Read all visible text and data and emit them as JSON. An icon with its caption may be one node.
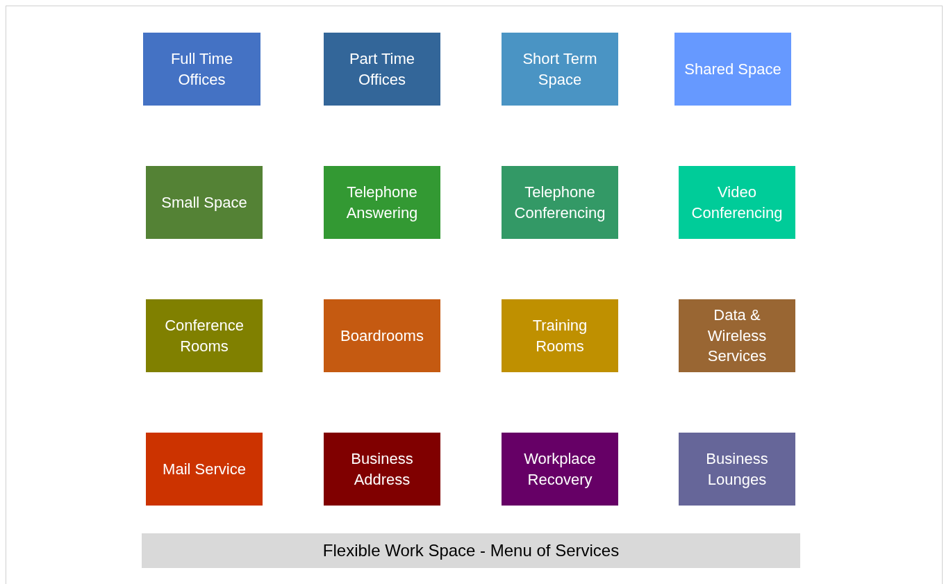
{
  "diagram": {
    "nodes": [
      {
        "text": [
          "Full Time Offices"
        ]
      },
      {
        "text": [
          "Part Time Offices"
        ]
      },
      {
        "text": [
          "Short Term Space"
        ]
      },
      {
        "text": [
          "Shared Space"
        ]
      },
      {
        "text": [
          "Small Space"
        ]
      },
      {
        "text": [
          "Telephone Answering"
        ]
      },
      {
        "text": [
          "Telephone Conferencing"
        ]
      },
      {
        "text": [
          "Video Conferencing"
        ]
      },
      {
        "text": [
          "Conference Rooms"
        ]
      },
      {
        "text": [
          "Boardrooms"
        ]
      },
      {
        "text": [
          "Training Rooms"
        ]
      },
      {
        "text": [
          "Data & Wireless Services"
        ]
      },
      {
        "text": [
          "Mail Service"
        ]
      },
      {
        "text": [
          "Business Address"
        ]
      },
      {
        "text": [
          "Workplace Recovery"
        ]
      },
      {
        "text": [
          "Business Lounges"
        ]
      },
      {
        "text": [
          "Flexible Work Space - Menu of Services"
        ]
      }
    ]
  }
}
